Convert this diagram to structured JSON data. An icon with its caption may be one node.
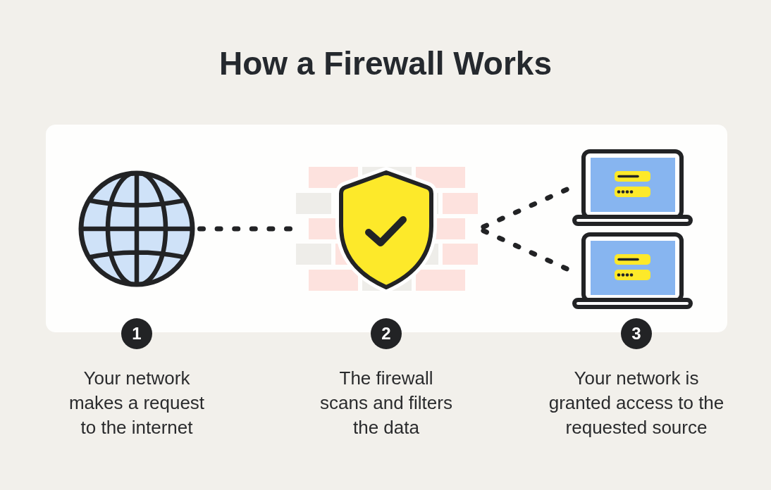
{
  "diagram": {
    "title": "How a Firewall Works",
    "nodes": [
      {
        "text": [],
        "shape": "picture"
      },
      {
        "text": [],
        "shape": "picture"
      },
      {
        "text": [],
        "shape": "picture"
      },
      {
        "text": [],
        "shape": "picture"
      },
      {
        "text": [
          "1"
        ],
        "beside": [
          "Your network makes a request to the internet"
        ]
      },
      {
        "text": [
          "2"
        ],
        "beside": [
          "The firewall scans and filters the data"
        ]
      },
      {
        "text": [
          "3"
        ],
        "beside": [
          "Your network is granted access to the requested source"
        ]
      }
    ],
    "edges": [
      {
        "from": 0,
        "to": 1,
        "arrow": "none",
        "style": "dashed"
      },
      {
        "from": 1,
        "to": 2,
        "arrow": "none",
        "style": "dashed"
      },
      {
        "from": 1,
        "to": 3,
        "arrow": "none",
        "style": "dashed"
      }
    ]
  }
}
